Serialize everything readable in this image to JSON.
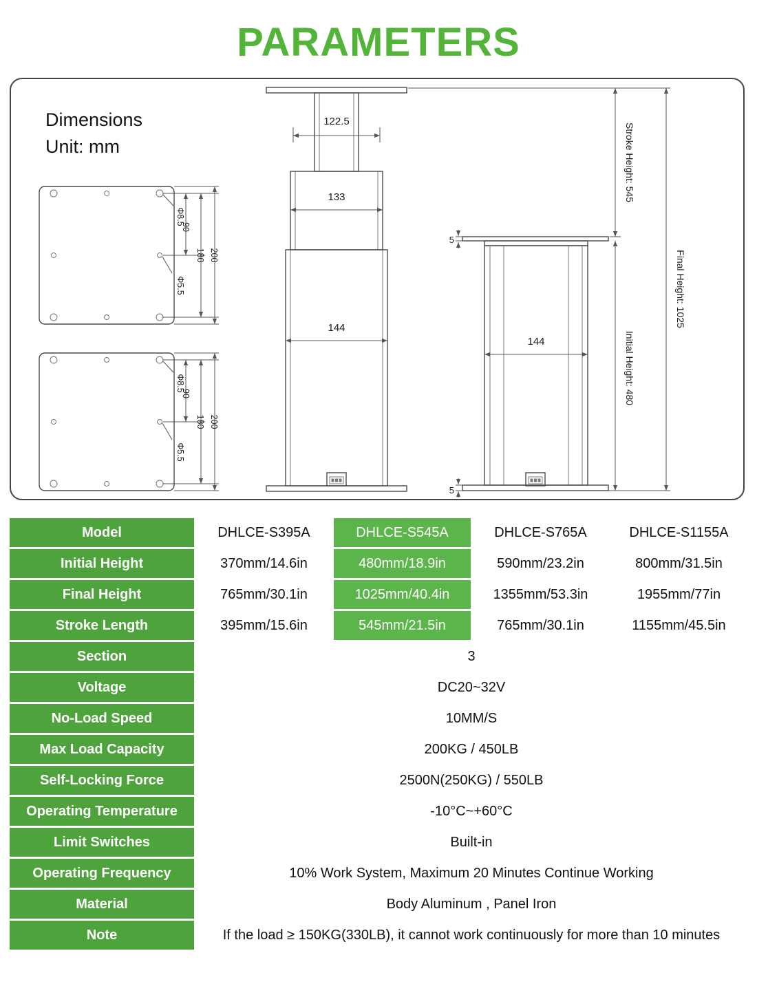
{
  "page": {
    "title": "PARAMETERS"
  },
  "colors": {
    "title_green": "#53b43a",
    "table_label_green": "#4fa33c",
    "highlight_green": "#5cb54a"
  },
  "diagram": {
    "heading": {
      "line1": "Dimensions",
      "line2": "Unit: mm"
    },
    "extended": {
      "top_width": "122.5",
      "mid_width": "133",
      "base_width": "144"
    },
    "retracted": {
      "width": "144",
      "top_plate_thickness": "5",
      "bottom_plate_thickness": "5"
    },
    "heights": {
      "stroke": "Stroke Height: 545",
      "final": "Final Height: 1025",
      "initial": "Initial Height: 480"
    },
    "plate_top": {
      "hole_large": "Φ8.5",
      "hole_small": "Φ5.5",
      "pitch": "90",
      "span": "180",
      "width": "200"
    },
    "plate_bottom": {
      "hole_large": "Φ8.5",
      "hole_small": "Φ5.5",
      "pitch": "90",
      "span": "180",
      "width": "200"
    }
  },
  "table": {
    "model_rows": [
      {
        "label": "Model",
        "values": [
          "DHLCE-S395A",
          "DHLCE-S545A",
          "DHLCE-S765A",
          "DHLCE-S1155A"
        ]
      },
      {
        "label": "Initial Height",
        "values": [
          "370mm/14.6in",
          "480mm/18.9in",
          "590mm/23.2in",
          "800mm/31.5in"
        ]
      },
      {
        "label": "Final Height",
        "values": [
          "765mm/30.1in",
          "1025mm/40.4in",
          "1355mm/53.3in",
          "1955mm/77in"
        ]
      },
      {
        "label": "Stroke Length",
        "values": [
          "395mm/15.6in",
          "545mm/21.5in",
          "765mm/30.1in",
          "1155mm/45.5in"
        ]
      }
    ],
    "spec_rows": [
      {
        "label": "Section",
        "value": "3"
      },
      {
        "label": "Voltage",
        "value": "DC20~32V"
      },
      {
        "label": "No-Load Speed",
        "value": "10MM/S"
      },
      {
        "label": "Max Load Capacity",
        "value": "200KG / 450LB"
      },
      {
        "label": "Self-Locking Force",
        "value": "2500N(250KG) / 550LB"
      },
      {
        "label": "Operating Temperature",
        "value": "-10°C~+60°C"
      },
      {
        "label": "Limit Switches",
        "value": "Built-in"
      },
      {
        "label": "Operating Frequency",
        "value": "10% Work System, Maximum 20 Minutes Continue Working"
      },
      {
        "label": "Material",
        "value": "Body Aluminum ,  Panel Iron"
      },
      {
        "label": "Note",
        "value": "If the load ≥ 150KG(330LB), it cannot work continuously for more than 10 minutes"
      }
    ]
  }
}
